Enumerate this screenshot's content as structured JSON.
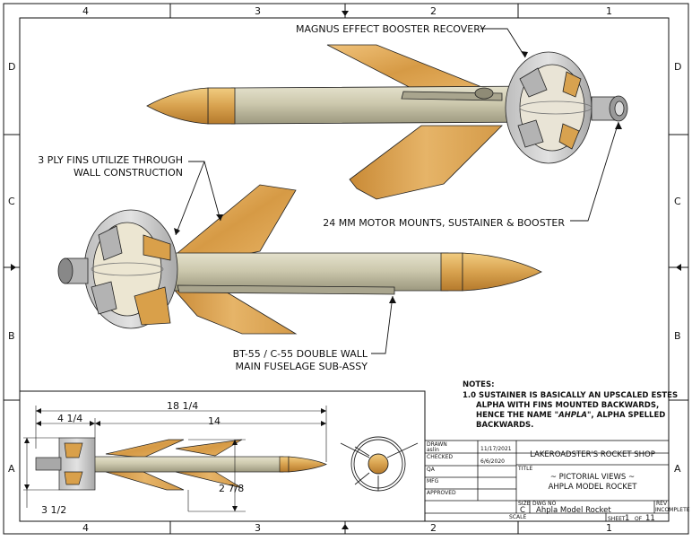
{
  "zones": {
    "cols_top": [
      "4",
      "3",
      "2",
      "1"
    ],
    "cols_bottom": [
      "4",
      "3",
      "2",
      "1"
    ],
    "rows_left": [
      "D",
      "C",
      "B",
      "A"
    ],
    "rows_right": [
      "D",
      "C",
      "B",
      "A"
    ]
  },
  "callouts": {
    "magnus": "MAGNUS EFFECT BOOSTER RECOVERY",
    "fins_line1": "3 PLY FINS UTILIZE THROUGH",
    "fins_line2": "WALL CONSTRUCTION",
    "motor": "24 MM MOTOR MOUNTS, SUSTAINER & BOOSTER",
    "bt_line1": "BT-55 / C-55 DOUBLE WALL",
    "bt_line2": "MAIN FUSELAGE SUB-ASSY"
  },
  "notes": {
    "title": "NOTES:",
    "line1": "1.0 SUSTAINER IS BASICALLY AN UPSCALED ESTES",
    "line2": "ALPHA WITH FINS MOUNTED BACKWARDS,",
    "line3_pre": "HENCE THE NAME ",
    "line3_em": "\"AHPLA\"",
    "line3_post": ", ALPHA SPELLED",
    "line4": "BACKWARDS."
  },
  "dimensions": {
    "overall": "18 1/4",
    "booster": "4 1/4",
    "sustainer": "14",
    "span": "2 7/8",
    "booster_span": "3 1/2"
  },
  "title_block": {
    "drawn_label": "DRAWN",
    "drawn_by": "aslin",
    "drawn_date": "11/17/2021",
    "checked_label": "CHECKED",
    "checked_date": "6/6/2020",
    "qa_label": "QA",
    "mfg_label": "MFG",
    "approved_label": "APPROVED",
    "company": "LAKEROADSTER'S ROCKET SHOP",
    "title_label": "TITLE",
    "title_line1": "~ PICTORIAL VIEWS ~",
    "title_line2": "AHPLA MODEL ROCKET",
    "size_label": "SIZE",
    "size": "C",
    "dwg_label": "DWG NO",
    "dwg_no": "Ahpla Model Rocket",
    "rev_label": "REV",
    "rev": "INCOMPLETE",
    "scale_label": "SCALE",
    "sheet_label": "SHEET",
    "sheet_no": "1",
    "of_label": "OF",
    "sheet_total": "11"
  },
  "colors": {
    "body_tube": "#c9c5aa",
    "wood": "#d9a04a",
    "nose": "#d8a24f",
    "booster_collar": "#c8c8c8",
    "line": "#111111"
  }
}
